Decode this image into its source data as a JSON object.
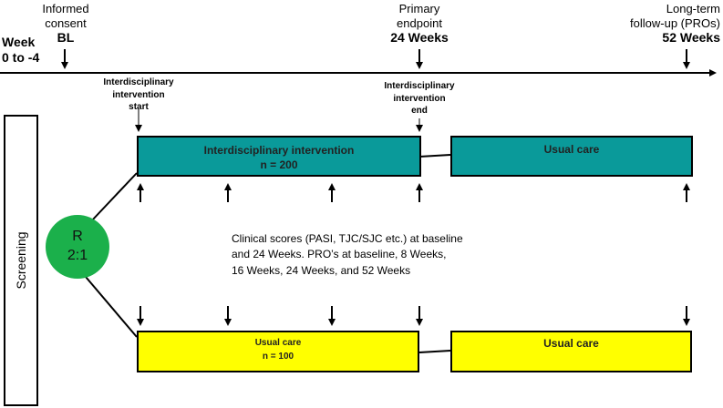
{
  "timeline": {
    "week_label": "Week",
    "week_range": "0 to -4",
    "consent_line1": "Informed",
    "consent_line2": "consent",
    "consent_bl": "BL",
    "primary_line1": "Primary",
    "primary_line2": "endpoint",
    "primary_week": "24 Weeks",
    "followup_line1": "Long-term",
    "followup_line2": "follow-up (PROs)",
    "followup_week": "52 Weeks"
  },
  "intervention_start": {
    "line1": "Interdisciplinary",
    "line2": "intervention",
    "line3": "start"
  },
  "intervention_end": {
    "line1": "Interdisciplinary",
    "line2": "intervention",
    "line3": "end"
  },
  "screening": "Screening",
  "randomization": {
    "line1": "R",
    "line2": "2:1"
  },
  "arm_intervention": {
    "title": "Interdisciplinary intervention",
    "n": "n = 200",
    "followup": "Usual care"
  },
  "arm_control": {
    "title": "Usual care",
    "n": "n = 100",
    "followup": "Usual care"
  },
  "assessments": {
    "line1": "Clinical scores (PASI, TJC/SJC etc.) at baseline",
    "line2": "and 24 Weeks. PRO’s at baseline, 8 Weeks,",
    "line3": "16 Weeks, 24 Weeks, and 52 Weeks"
  },
  "colors": {
    "intervention_box": "#0a9a9a",
    "usual_care_box": "#ffff00",
    "randomization_circle": "#1bb04b"
  }
}
